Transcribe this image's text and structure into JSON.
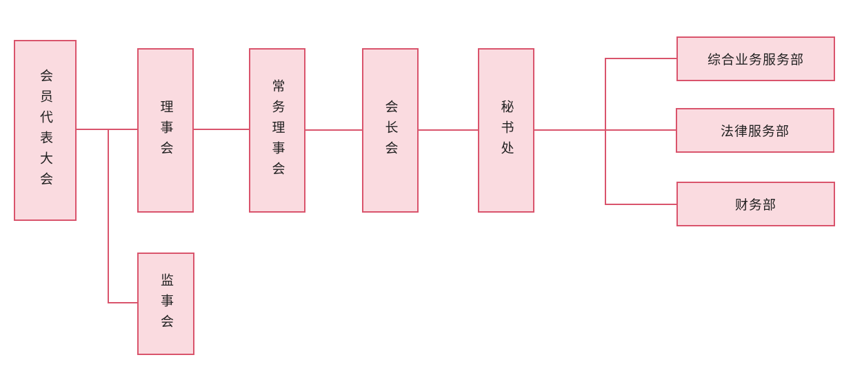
{
  "colors": {
    "box_fill": "#fadbe0",
    "box_border": "#d9536b",
    "connector": "#d9536b",
    "text": "#222222"
  },
  "nodes": {
    "members_congress": "会员代表大会",
    "council": "理事会",
    "supervisory_board": "监事会",
    "standing_council": "常务理事会",
    "presidents_meeting": "会长会",
    "secretariat": "秘书处",
    "general_business_dept": "综合业务服务部",
    "legal_services_dept": "法律服务部",
    "finance_dept": "财务部"
  }
}
